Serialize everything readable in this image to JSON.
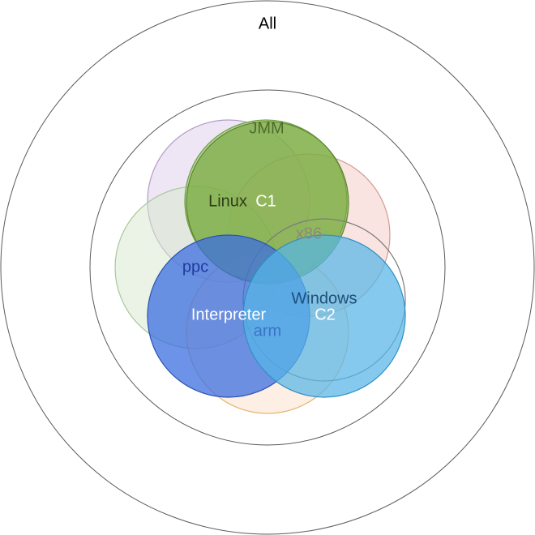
{
  "diagram": {
    "outer_label": "All",
    "sets": [
      {
        "key": "jmm",
        "label": "JMM",
        "label_color": "#4e6b2b",
        "fill": "#8cc65a",
        "stroke": "#6e9e45",
        "opacity": 0.75
      },
      {
        "key": "linux",
        "label": "Linux",
        "label_color": "#2f3e1a",
        "fill": "#7aa83e",
        "stroke": "#5d8530",
        "opacity": 0.8
      },
      {
        "key": "c1",
        "label": "C1",
        "label_color": "#ffffff",
        "fill": "#7aa83e",
        "stroke": "#5d8530",
        "opacity": 0.0
      },
      {
        "key": "purple",
        "label": "",
        "fill": "#d9c8e6",
        "stroke": "#b39ac7",
        "opacity": 0.45
      },
      {
        "key": "x86",
        "label": "x86",
        "label_color": "#8a8a7a",
        "fill": "#f4c9c4",
        "stroke": "#d49a93",
        "opacity": 0.5
      },
      {
        "key": "ppc",
        "label": "ppc",
        "label_color": "#1f3c9e",
        "fill": "#d6e8cc",
        "stroke": "#a9c79a",
        "opacity": 0.5
      },
      {
        "key": "arm",
        "label": "arm",
        "label_color": "#3a73c9",
        "fill": "#fbdcc0",
        "stroke": "#e8b36d",
        "opacity": 0.45
      },
      {
        "key": "windows",
        "label": "Windows",
        "label_color": "#1d4f7a",
        "fill": "#ffffff",
        "stroke": "#7a7a7a",
        "opacity": 0.0
      },
      {
        "key": "interpreter",
        "label": "Interpreter",
        "label_color": "#ffffff",
        "fill": "#3c6fe0",
        "stroke": "#2a52b0",
        "opacity": 0.8
      },
      {
        "key": "c2",
        "label": "C2",
        "label_color": "#ffffff",
        "fill": "#56b6e8",
        "stroke": "#2f8ec4",
        "opacity": 0.75
      }
    ]
  }
}
